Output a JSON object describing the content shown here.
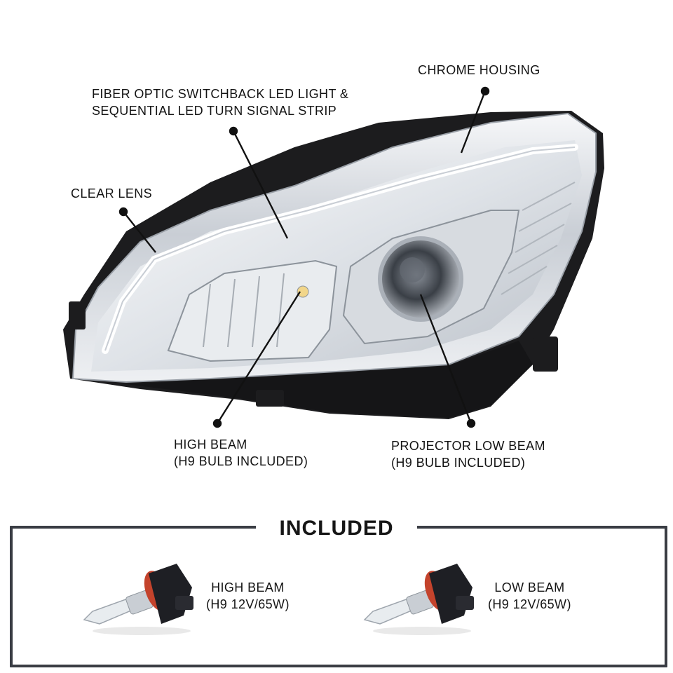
{
  "callouts": {
    "chrome_housing": "CHROME HOUSING",
    "fiber_optic_line1": "FIBER OPTIC SWITCHBACK LED LIGHT &",
    "fiber_optic_line2": "SEQUENTIAL LED TURN SIGNAL STRIP",
    "clear_lens": "CLEAR LENS",
    "high_beam_line1": "HIGH BEAM",
    "high_beam_line2": "(H9 BULB INCLUDED)",
    "projector_line1": "PROJECTOR LOW BEAM",
    "projector_line2": "(H9 BULB INCLUDED)"
  },
  "included": {
    "title": "INCLUDED",
    "items": [
      {
        "line1": "HIGH BEAM",
        "line2": "(H9 12V/65W)",
        "icon": "h9-bulb-icon"
      },
      {
        "line1": "LOW BEAM",
        "line2": "(H9 12V/65W)",
        "icon": "h9-bulb-icon"
      }
    ]
  },
  "colors": {
    "frame": "#3a3d44",
    "housing_black": "#1c1c1e",
    "chrome": "#d9dde2",
    "bulb_socket": "#1e1f24",
    "bulb_seal": "#c4432c"
  }
}
